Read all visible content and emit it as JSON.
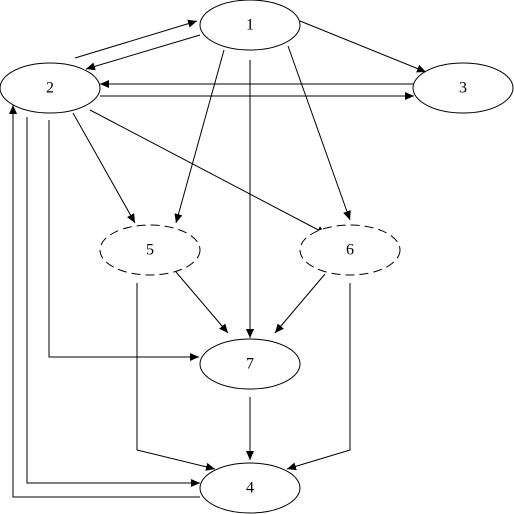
{
  "nodes": [
    {
      "id": "n1",
      "label": "1",
      "style": "solid"
    },
    {
      "id": "n2",
      "label": "2",
      "style": "solid"
    },
    {
      "id": "n3",
      "label": "3",
      "style": "solid"
    },
    {
      "id": "n4",
      "label": "4",
      "style": "solid"
    },
    {
      "id": "n5",
      "label": "5",
      "style": "dashed"
    },
    {
      "id": "n6",
      "label": "6",
      "style": "dashed"
    },
    {
      "id": "n7",
      "label": "7",
      "style": "solid"
    }
  ],
  "edges": [
    {
      "from": "2",
      "to": "1"
    },
    {
      "from": "1",
      "to": "2"
    },
    {
      "from": "1",
      "to": "3"
    },
    {
      "from": "1",
      "to": "5"
    },
    {
      "from": "1",
      "to": "7"
    },
    {
      "from": "1",
      "to": "6"
    },
    {
      "from": "3",
      "to": "2"
    },
    {
      "from": "2",
      "to": "3"
    },
    {
      "from": "2",
      "to": "5"
    },
    {
      "from": "2",
      "to": "6"
    },
    {
      "from": "2",
      "to": "7"
    },
    {
      "from": "5",
      "to": "7"
    },
    {
      "from": "6",
      "to": "7"
    },
    {
      "from": "5",
      "to": "4"
    },
    {
      "from": "7",
      "to": "4"
    },
    {
      "from": "6",
      "to": "4"
    },
    {
      "from": "2",
      "to": "4"
    },
    {
      "from": "4",
      "to": "2"
    }
  ]
}
